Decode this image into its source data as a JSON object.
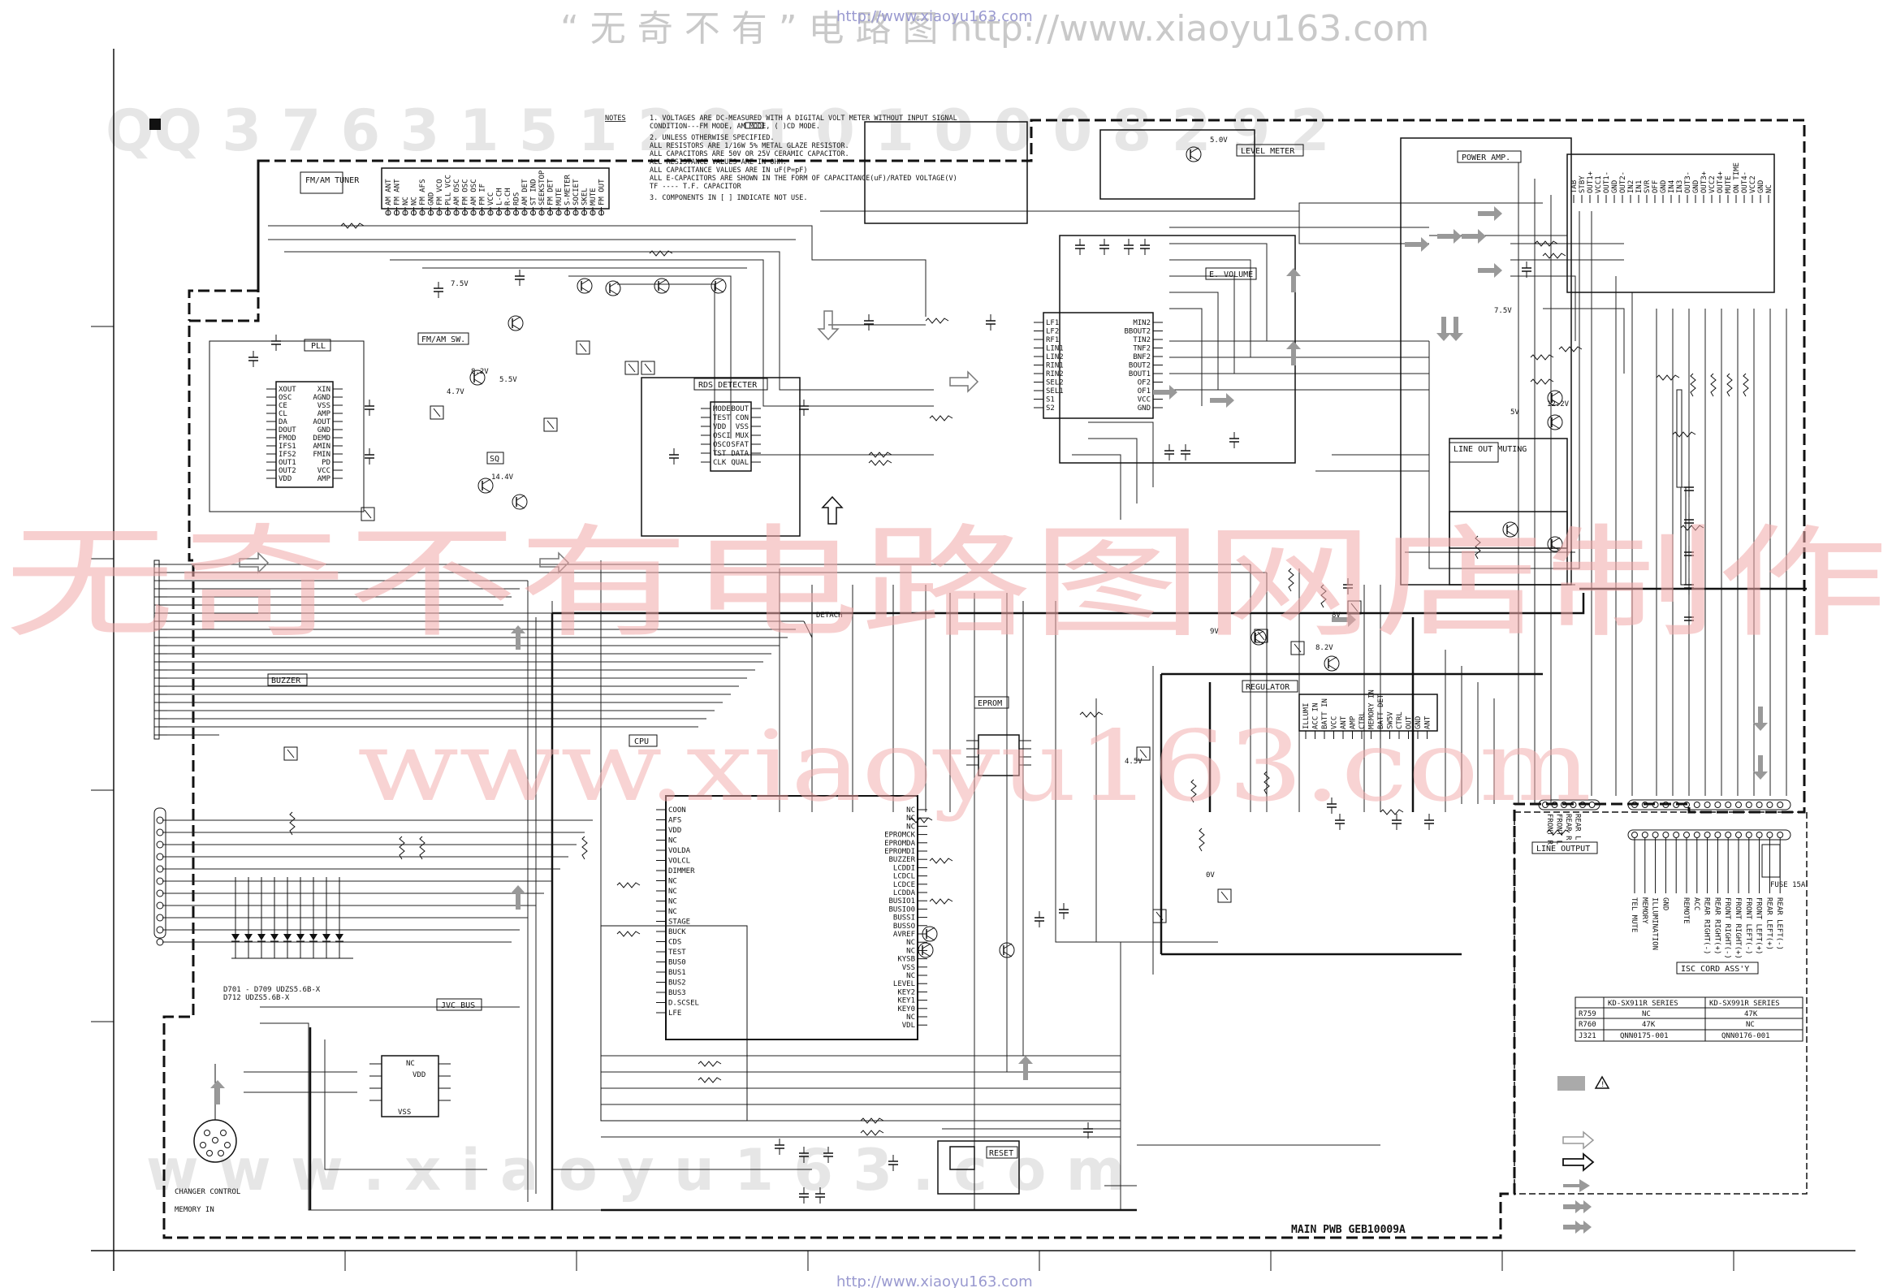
{
  "watermarks": {
    "top_text": "“ 无 奇 不 有 ” 电 路 图   http://www.xiaoyu163.com",
    "top_url": "http://www.xiaoyu163.com",
    "bottom_url": "http://www.xiaoyu163.com",
    "red_cn": "无奇不有电路图网店制作",
    "red_url": "www.xiaoyu163.com",
    "ghost_bottom": "w w w . x i a o y u 1 6 3 . c o m",
    "ghost_qq": "QQ 3 7 6 3 1 5 1 2 0 1 0 1 0 0 0 8 2 9 2"
  },
  "notes": {
    "heading": "NOTES",
    "lines": [
      "1.  VOLTAGES ARE DC-MEASURED WITH A DIGITAL VOLT METER WITHOUT INPUT SIGNAL",
      "    CONDITION---FM MODE,         AM MODE, ( )CD MODE.",
      "2.  UNLESS OTHERWISE SPECIFIED.",
      "    ALL RESISTORS ARE 1/16W 5% METAL GLAZE RESISTOR.",
      "    ALL CAPACITORS ARE 50V OR 25V CERAMIC CAPACITOR.",
      "    ALL RESISTANCE VALUES ARE IN OHM.",
      "    ALL CAPACITANCE VALUES ARE IN uF(P=pF)",
      "    ALL E-CAPACITORS ARE SHOWN IN THE FORM OF CAPACITANCE(uF)/RATED VOLTAGE(V)",
      "    TF ---- T.F. CAPACITOR",
      "3.  COMPONENTS IN [ ] INDICATE NOT USE."
    ]
  },
  "blocks": {
    "fm_am_tuner": "FM/AM TUNER",
    "pll": "PLL",
    "fm_am_sw": "FM/AM SW.",
    "sq": "SQ",
    "rds_detecter": "RDS DETECTER",
    "e_volume": "E. VOLUME",
    "level_meter": "LEVEL METER",
    "power_amp": "POWER AMP.",
    "line_out_muting": "LINE OUT MUTING",
    "buzzer": "BUZZER",
    "cpu": "CPU",
    "eprom": "EPROM",
    "regulator": "REGULATOR",
    "jvc_bus": "JVC BUS",
    "reset": "RESET",
    "line_output": "LINE OUTPUT",
    "isc_cord": "ISC CORD ASS'Y",
    "detach": "DETACH",
    "changer_control": "CHANGER CONTROL",
    "memory_in": "MEMORY IN",
    "fuse": "FUSE 15A",
    "diode_note1": "D701 - D709  UDZS5.6B-X",
    "diode_note2": "D712  UDZS5.6B-X"
  },
  "title": "MAIN PWB GEB10009A",
  "series_table": {
    "headers": [
      "",
      "KD-SX911R SERIES",
      "KD-SX991R SERIES"
    ],
    "rows": [
      [
        "R759",
        "NC",
        "47K"
      ],
      [
        "R760",
        "47K",
        "NC"
      ],
      [
        "J321",
        "QNN0175-001",
        "QNN0176-001"
      ]
    ]
  },
  "cpu_pins_left": [
    "COON",
    "AFS",
    "VDD",
    "NC",
    "VOLDA",
    "VOLCL",
    "DIMMER",
    "NC",
    "NC",
    "NC",
    "NC",
    "STAGE",
    "BUCK",
    "CDS",
    "TEST",
    "BUS0",
    "BUS1",
    "BUS2",
    "BUS3",
    "D.SCSEL",
    "LFE"
  ],
  "cpu_pins_right": [
    "NC",
    "NC",
    "NC",
    "EPROMCK",
    "EPROMDA",
    "EPROMDI",
    "BUZZER",
    "LCDDI",
    "LCDCL",
    "LCDCE",
    "LCDDA",
    "BUSIO1",
    "BUSIO0",
    "BUSSI",
    "BUSSO",
    "AVREF",
    "NC",
    "NC",
    "KYSB",
    "VSS",
    "NC",
    "LEVEL",
    "KEY2",
    "KEY1",
    "KEY0",
    "NC",
    "VDL"
  ],
  "pll_pins_left": [
    "XOUT",
    "OSC",
    "CE",
    "CL",
    "DA",
    "DOUT",
    "FMOD",
    "IFS1",
    "IFS2",
    "OUT1",
    "OUT2",
    "VDD"
  ],
  "pll_pins_right": [
    "XIN",
    "AGND",
    "VSS",
    "AMP",
    "AOUT",
    "GND",
    "DEMD",
    "AMIN",
    "FMIN",
    "PD",
    "VCC",
    "AMP"
  ],
  "rds_pins_left": [
    "MODE",
    "TEST",
    "VDD",
    "OSCI",
    "OSCO",
    "TST",
    "CLK"
  ],
  "rds_pins_right": [
    "BOUT",
    "CON",
    "VSS",
    "MUX",
    "SFAT",
    "DATA",
    "QUAL"
  ],
  "evol_pins_left": [
    "LF1",
    "LF2",
    "RF1",
    "LIN1",
    "LIN2",
    "RIN1",
    "RIN2",
    "SEL2",
    "SEL1",
    "S1",
    "S2"
  ],
  "evol_pins_right": [
    "MIN2",
    "BBOUT2",
    "TIN2",
    "TNF2",
    "BNF2",
    "BOUT2",
    "BOUT1",
    "OF2",
    "OF1",
    "VCC",
    "GND"
  ],
  "regulator_pins": [
    "ILLUMI",
    "ACC IN",
    "BATT IN",
    "VCC",
    "ANT",
    "AMP",
    "CTRL",
    "MEMORY IN",
    "BATT DET",
    "SW5V",
    "CTRL",
    "OUT",
    "GND",
    "ANT"
  ],
  "tuner_pins": [
    "AM ANT",
    "FM ANT",
    "NC",
    "NC",
    "FM AFS",
    "GND",
    "FM VCO",
    "PLL VCC",
    "AM OSC",
    "FM OSC",
    "AM OSC",
    "FM IF",
    "VCC",
    "L-CH",
    "R-CH",
    "RDS",
    "AM DET",
    "ST IND",
    "SEEKSTOP",
    "FM DET",
    "MUTE",
    "S-METER",
    "SOCIET",
    "SKEL",
    "MUTE",
    "FM OUT"
  ],
  "power_amp_pins": [
    "TAB",
    "STBY",
    "OUT1+",
    "VCC1",
    "OUT1-",
    "GND",
    "OUT2-",
    "IN2",
    "IN1",
    "SVR",
    "OFF",
    "GND",
    "IN4",
    "IN3",
    "OUT3-",
    "GND",
    "OUT3+",
    "VCC2",
    "OUT4+",
    "MUTE",
    "ON TIME",
    "OUT4-",
    "VCC2",
    "GND",
    "NC"
  ],
  "line_out_pins": [
    "FRONT R",
    "FRONT L",
    "REAR R",
    "REAR L"
  ],
  "isc_pins": [
    "TEL MUTE",
    "MEMORY",
    "ILLUMINATION",
    "GND",
    "",
    "REMOTE",
    "ACC",
    "REAR RIGHT(-)",
    "REAR RIGHT(+)",
    "FRONT RIGHT(-)",
    "FRONT RIGHT(+)",
    "FRONT LEFT(-)",
    "FRONT LEFT(+)",
    "REAR LEFT(+)",
    "REAR LEFT(-)"
  ],
  "jvc_bus_pins": [
    "NC",
    "VDD",
    "VSS"
  ],
  "misc_voltages": [
    "7.5V",
    "8.2V",
    "5.5V",
    "14.4V",
    "4.7V",
    "5.0V",
    "12.2V",
    "9V",
    "8V",
    "4.5V",
    "0V",
    "5V"
  ]
}
